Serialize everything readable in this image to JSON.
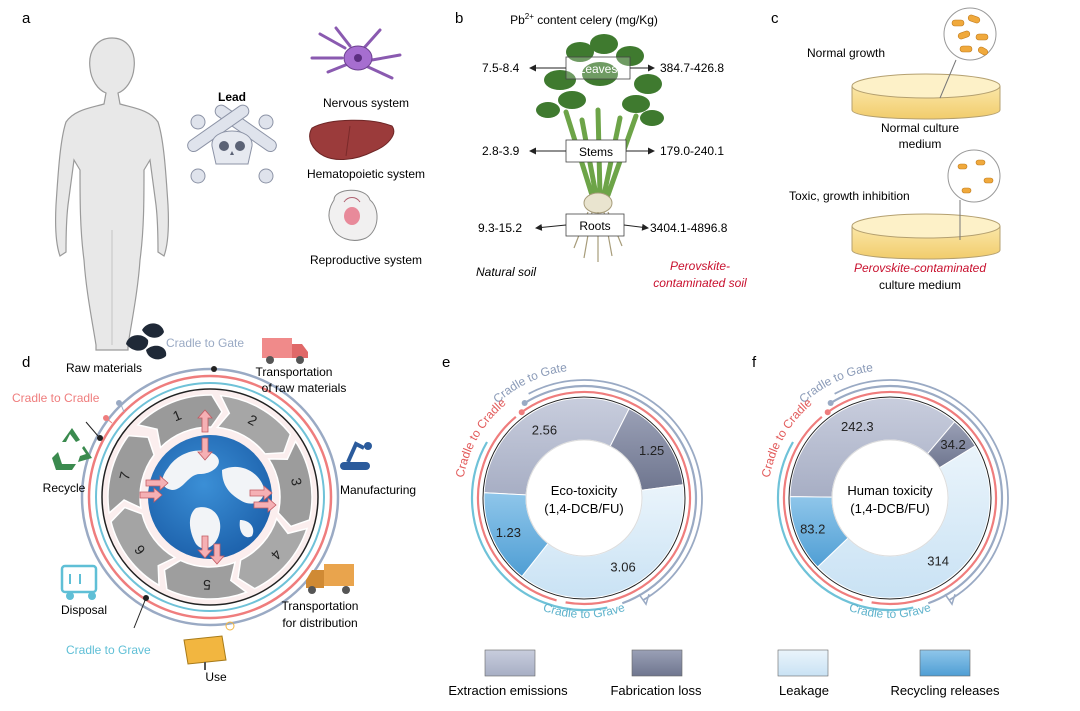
{
  "panels": {
    "a": "a",
    "b": "b",
    "c": "c",
    "d": "d",
    "e": "e",
    "f": "f"
  },
  "panel_a": {
    "lead": "Lead",
    "organs": [
      "Nervous system",
      "Hematopoietic system",
      "Reproductive system"
    ]
  },
  "panel_b": {
    "title_pre": "Pb",
    "title_sup": "2+",
    "title_post": " content celery (mg/Kg)",
    "parts": [
      "Leaves",
      "Stems",
      "Roots"
    ],
    "natural": [
      "7.5-8.4",
      "2.8-3.9",
      "9.3-15.2"
    ],
    "contaminated": [
      "384.7-426.8",
      "179.0-240.1",
      "3404.1-4896.8"
    ],
    "natural_label": "Natural soil",
    "contaminated_label_1": "Perovskite-",
    "contaminated_label_2": "contaminated soil"
  },
  "panel_c": {
    "normal_growth": "Normal growth",
    "normal_medium_1": "Normal culture",
    "normal_medium_2": "medium",
    "toxic": "Toxic, growth inhibition",
    "contam_medium_1": "Perovskite-contaminated",
    "contam_medium_2": "culture medium"
  },
  "panel_d": {
    "cradle_to_gate": "Cradle to Gate",
    "cradle_to_cradle": "Cradle to Cradle",
    "cradle_to_grave": "Cradle to Grave",
    "raw_materials": "Raw materials",
    "transport_raw_1": "Transportation",
    "transport_raw_2": "of raw materials",
    "manufacturing": "Manufacturing",
    "transport_dist_1": "Transportation",
    "transport_dist_2": "for distribution",
    "use": "Use",
    "disposal": "Disposal",
    "recycle": "Recycle",
    "stages": [
      "1",
      "2",
      "3",
      "4",
      "5",
      "6",
      "7"
    ]
  },
  "chart_data": [
    {
      "type": "pie",
      "center_label_1": "Eco-toxicity",
      "center_label_2": "(1,4-DCB/FU)",
      "categories": [
        "Extraction emissions",
        "Fabrication loss",
        "Leakage",
        "Recycling releases"
      ],
      "values": [
        2.56,
        1.25,
        3.06,
        1.23
      ],
      "arc_labels": [
        "Cradle to Gate",
        "Cradle to Cradle",
        "Cradle to Grave"
      ]
    },
    {
      "type": "pie",
      "center_label_1": "Human toxicity",
      "center_label_2": "(1,4-DCB/FU)",
      "categories": [
        "Extraction emissions",
        "Fabrication loss",
        "Leakage",
        "Recycling releases"
      ],
      "values": [
        242.3,
        34.2,
        314,
        83.2
      ],
      "arc_labels": [
        "Cradle to Gate",
        "Cradle to Cradle",
        "Cradle to Grave"
      ]
    }
  ],
  "legend": [
    "Extraction emissions",
    "Fabrication loss",
    "Leakage",
    "Recycling releases"
  ],
  "colors": {
    "extraction": "#b7bdd0",
    "fabrication": "#8a90a8",
    "leakage": "#dcecf8",
    "recycling": "#6fb3e0",
    "gate": "#9aaac4",
    "cradle": "#ef7d7d",
    "grave": "#5fbfd6",
    "red_text": "#c8102e"
  }
}
